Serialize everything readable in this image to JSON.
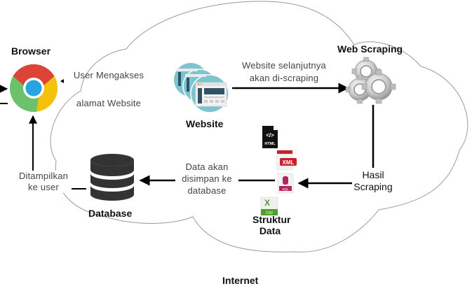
{
  "diagram": {
    "container": {
      "label": "Internet",
      "shape": "cloud"
    },
    "nodes": {
      "browser": {
        "label": "Browser",
        "icon": "chrome-icon"
      },
      "website": {
        "label": "Website",
        "icon": "website-pages-icon"
      },
      "web_scraping": {
        "label": "Web Scraping",
        "icon": "gears-icon"
      },
      "database": {
        "label": "Database",
        "icon": "database-icon"
      },
      "struktur_data": {
        "label_line1": "Struktur",
        "label_line2": "Data",
        "formats": [
          {
            "name": "HTML",
            "icon": "html-file-icon"
          },
          {
            "name": "XML",
            "icon": "xml-file-icon"
          },
          {
            "name": "SQL",
            "icon": "sql-file-icon"
          },
          {
            "name": "CSV",
            "icon": "csv-file-icon"
          }
        ]
      }
    },
    "edges": {
      "website_to_scraping": {
        "line1": "Website selanjutnya",
        "line2": "akan di-scraping"
      },
      "scraping_to_struktur": {
        "line1": "Hasil",
        "line2": "Scraping"
      },
      "struktur_to_database": {
        "line1": "Data akan",
        "line2": "disimpan ke",
        "line3": "database"
      },
      "database_to_browser": {
        "line1": "Ditampilkan",
        "line2": "ke user"
      },
      "browser_to_website": {
        "line1": "User Mengakses",
        "line2": "alamat Website"
      }
    },
    "colors": {
      "chrome_red": "#db4437",
      "chrome_yellow": "#f4c20d",
      "chrome_green": "#6cc26b",
      "chrome_blue": "#2aa4e0",
      "website_teal": "#7ec4cf",
      "website_navy": "#2f5266",
      "database_dark": "#333333",
      "xml_red": "#c8202f",
      "sql_magenta": "#b3245f",
      "csv_green": "#4f9d2a",
      "cloud_stroke": "#9a9a9a"
    }
  }
}
